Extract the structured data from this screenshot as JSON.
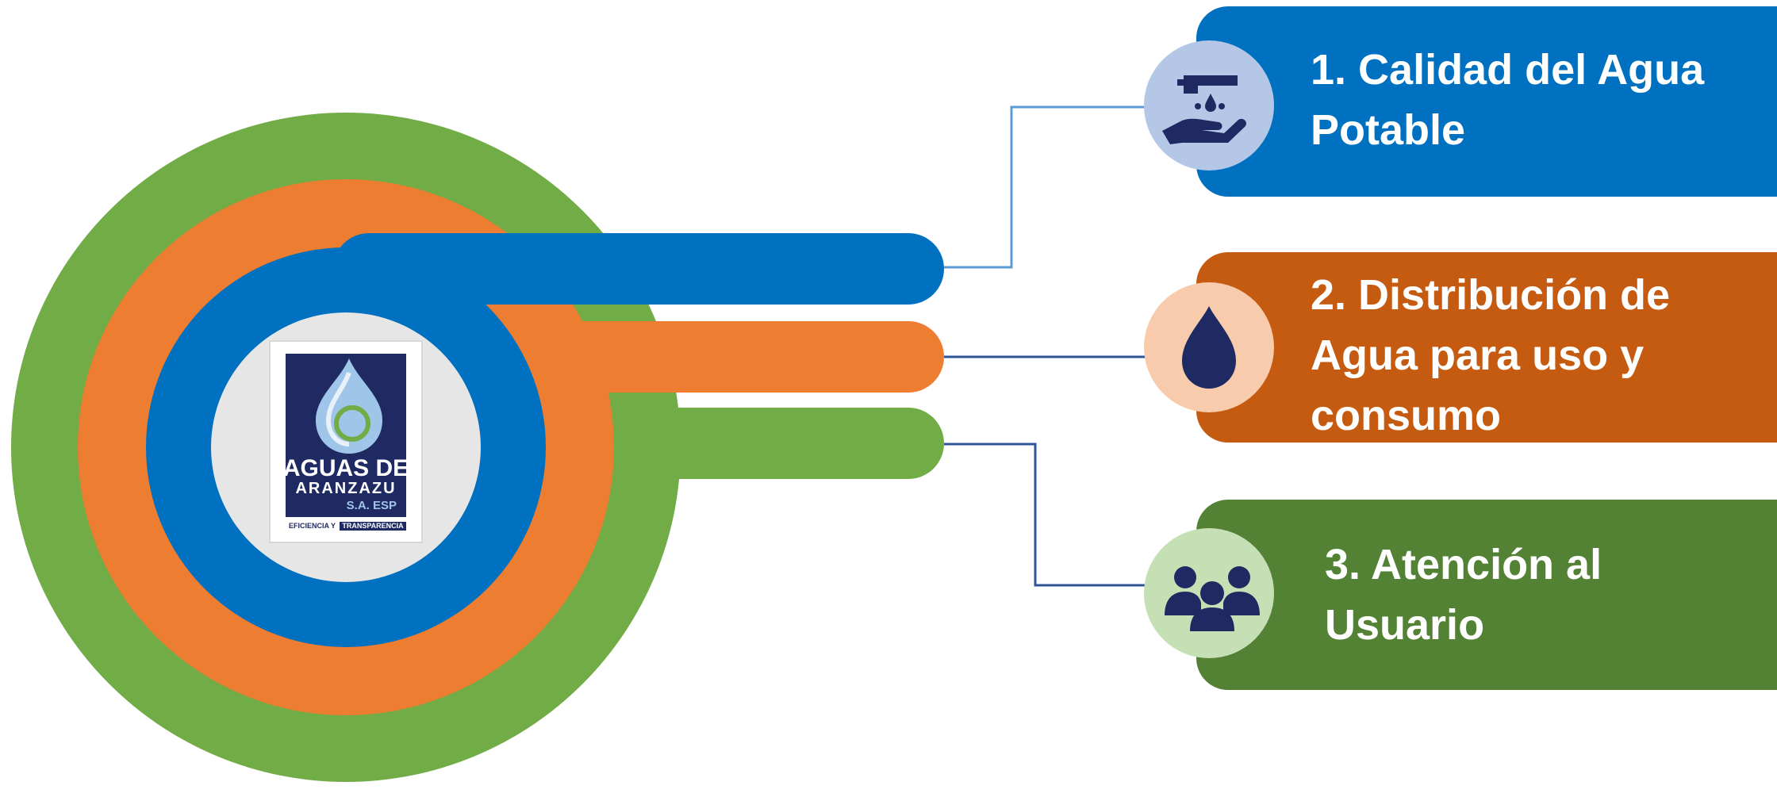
{
  "colors": {
    "green": "#72AC47",
    "orange": "#ED7D31",
    "blue": "#0070C0",
    "navy": "#1F2A63",
    "white_circle": "#E6E6E6",
    "card_blue": "#0070C0",
    "card_orange": "#C55A11",
    "card_green": "#548235",
    "icon_bg_blue": "#B4C7E7",
    "icon_bg_orange": "#F8CBAD",
    "icon_bg_green": "#C5E0B4"
  },
  "logo": {
    "line1": "AGUAS DE",
    "line2": "ARANZAZU",
    "line3": "S.A. ESP",
    "tag_left": "EFICIENCIA Y",
    "tag_right": "TRANSPARENCIA"
  },
  "items": [
    {
      "lines": [
        "1. Calidad del Agua",
        "Potable"
      ],
      "icon": "hand-washing-icon"
    },
    {
      "lines": [
        "2. Distribución de",
        "Agua para uso y",
        "consumo"
      ],
      "icon": "water-drop-icon"
    },
    {
      "lines": [
        "3. Atención al",
        "Usuario"
      ],
      "icon": "users-group-icon"
    }
  ]
}
